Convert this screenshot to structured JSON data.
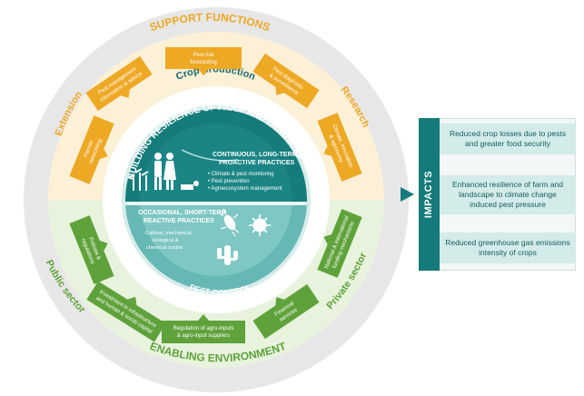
{
  "outer_ring": {
    "top": "SUPPORT FUNCTIONS",
    "bottom": "ENABLING ENVIRONMENT",
    "left_top": "Extension",
    "right_top": "Research",
    "left_bottom": "Public sector",
    "right_bottom": "Private sector"
  },
  "support_boxes": [
    [
      "Pest risk",
      "forecasting"
    ],
    [
      "Pest diagnosis",
      "& surveillance"
    ],
    [
      "Climate, innovation",
      "& agronomy"
    ],
    [
      "Farmer",
      "networking"
    ],
    [
      "Pest management",
      "information & advice"
    ]
  ],
  "enabling_boxes": [
    [
      "Policies &",
      "regulations"
    ],
    [
      "Investment in infrastructure",
      "and human & social capital"
    ],
    [
      "Regulation of agro-inputs",
      "& agro-input suppliers"
    ],
    [
      "Financial",
      "services"
    ],
    [
      "National & international",
      "funding mechanisms"
    ]
  ],
  "crop_production": "Crop production",
  "building_resilience": "BUILDING RESILIENCE OF FARM AND LANDSCAPE",
  "pest_control": "PEST CONTROL",
  "proactive": {
    "title_line1": "CONTINUOUS, LONG-TERM",
    "title_line2": "PROACTIVE PRACTICES",
    "bullets": [
      "• Climate & pest monitoring",
      "• Pest prevention",
      "• Agroecosystem management"
    ]
  },
  "reactive": {
    "title_line1": "Occasional, short-term",
    "title_line2": "reactive practices",
    "desc": [
      "Cultural, mechanical,",
      "biological &",
      "chemical control"
    ]
  },
  "impacts": {
    "label": "IMPACTS",
    "items": [
      "Reduced crop losses due to pests and greater food security",
      "Enhanced resilience of farm and landscape to climate change induced pest pressure",
      "Reduced greenhouse gas emissions intensity of crops"
    ]
  },
  "colors": {
    "outer_ring": "#e6e6e6",
    "orange": "#eda824",
    "green": "#5fa23b",
    "dark_teal": "#157b7b",
    "teal": "#1f8c8c",
    "light_teal": "#7cc4c0",
    "impact_box": "#d3ebe9"
  }
}
